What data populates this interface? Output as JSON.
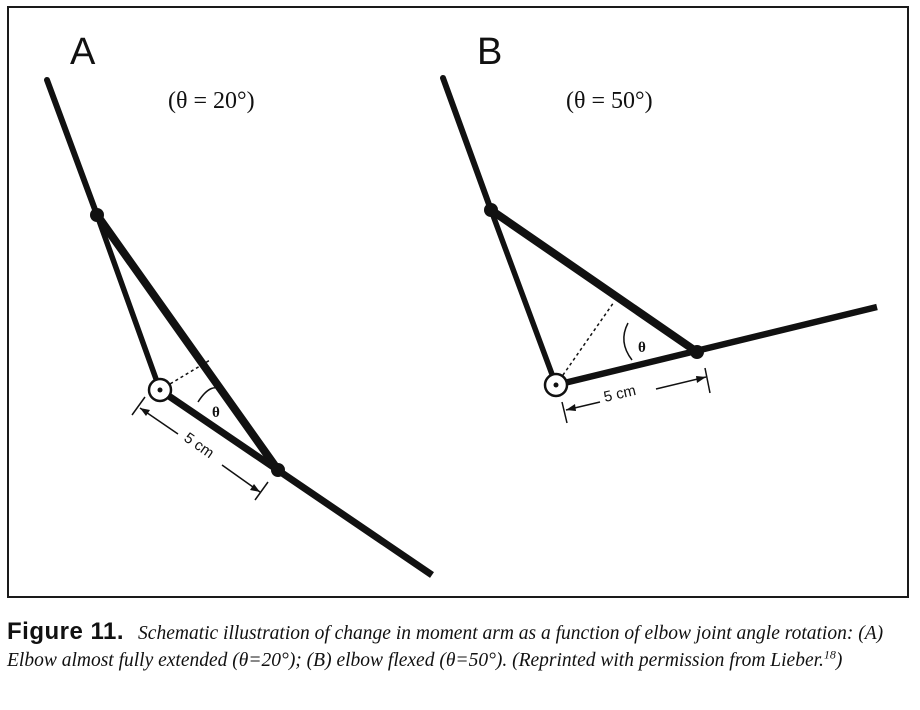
{
  "panel_a": {
    "letter": "A",
    "angle_text": "(θ = 20°)",
    "theta_symbol": "θ",
    "distance_label": "5 cm"
  },
  "panel_b": {
    "letter": "B",
    "angle_text": "(θ = 50°)",
    "theta_symbol": "θ",
    "distance_label": "5 cm"
  },
  "caption": {
    "label": "Figure 11.",
    "text": "Schematic illustration of change in moment arm as a function of elbow joint angle rotation: (A) Elbow almost fully extended (θ=20°); (B) elbow flexed (θ=50°). (Reprinted with permission from Lieber.",
    "reference_number": "18",
    "text_end": ")"
  }
}
